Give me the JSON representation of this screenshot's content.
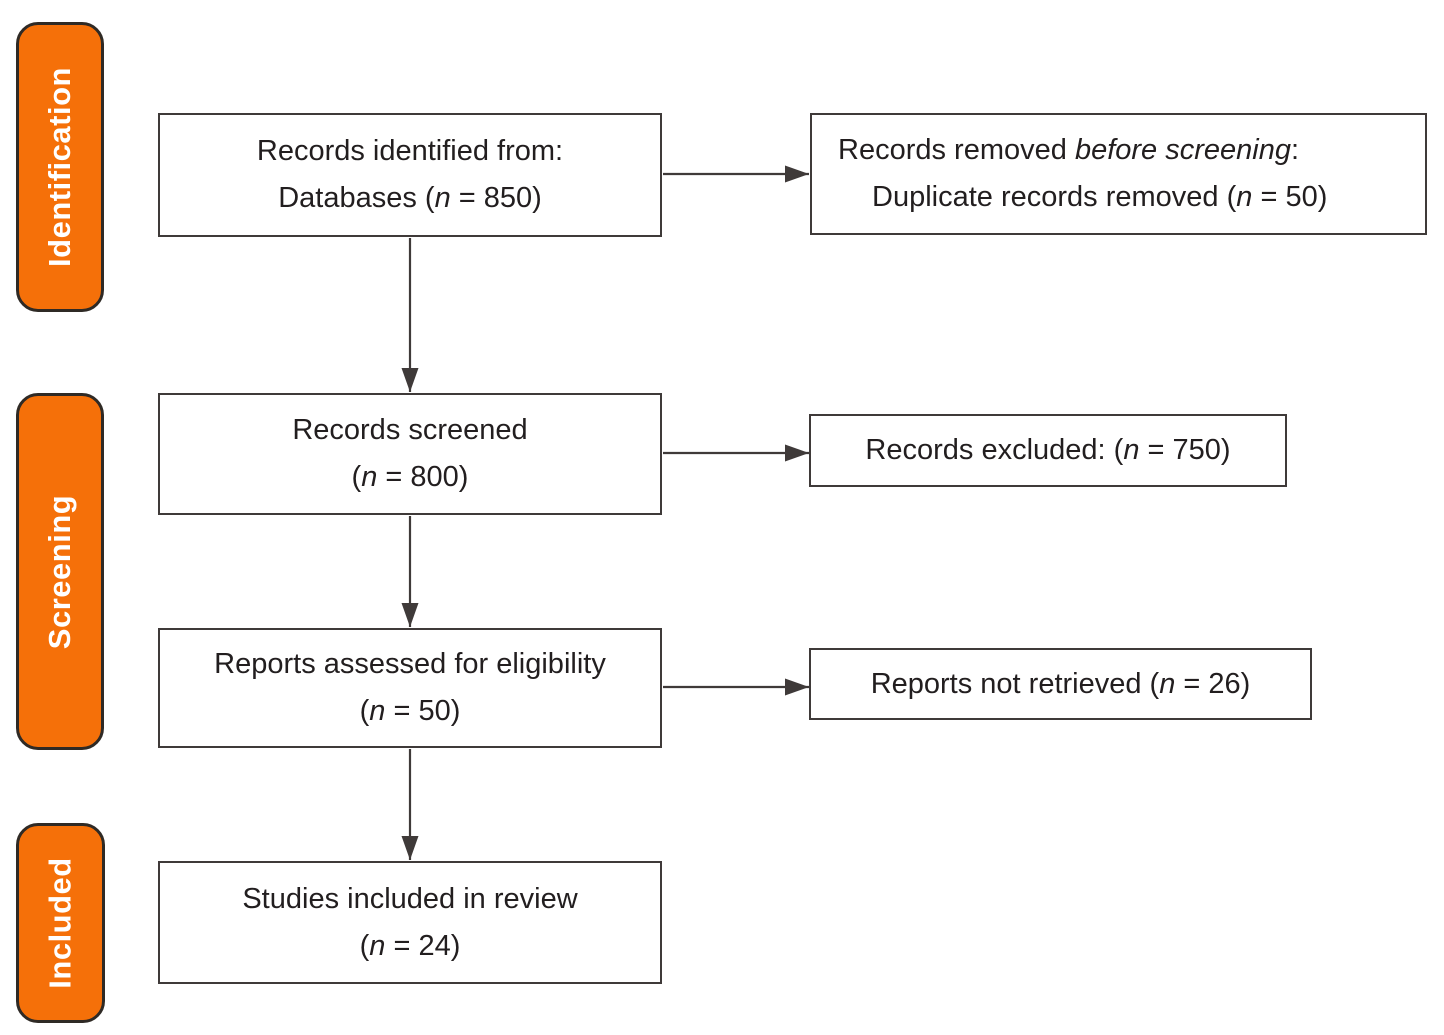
{
  "colors": {
    "badge_fill": "#F57009",
    "badge_border": "#2F2A25",
    "badge_text": "#FFFFFF",
    "box_border": "#3F3A39",
    "text": "#221E1F",
    "arrow": "#3F3A39",
    "background": "#FFFFFF"
  },
  "stages": {
    "identification": "Identification",
    "screening": "Screening",
    "included": "Included"
  },
  "boxes": {
    "records_identified": {
      "line1": "Records identified from:",
      "l2pre": "Databases (",
      "l2var": "n",
      "l2post": " = 850)"
    },
    "records_removed": {
      "l1pre": "Records removed ",
      "l1italic": "before screening",
      "l1post": ":",
      "l2pre": "Duplicate records removed (",
      "l2var": "n",
      "l2post": " = 50)"
    },
    "records_screened": {
      "line1": "Records screened",
      "l2pre": "(",
      "l2var": "n",
      "l2post": " = 800)"
    },
    "records_excluded": {
      "pre": "Records excluded: (",
      "var": "n",
      "post": " = 750)"
    },
    "reports_assessed": {
      "line1": "Reports assessed for eligibility",
      "l2pre": "(",
      "l2var": "n",
      "l2post": " = 50)"
    },
    "reports_not_retrieved": {
      "pre": "Reports not retrieved (",
      "var": "n",
      "post": " = 26)"
    },
    "studies_included": {
      "line1": "Studies included in review",
      "l2pre": "(",
      "l2var": "n",
      "l2post": " = 24)"
    }
  }
}
